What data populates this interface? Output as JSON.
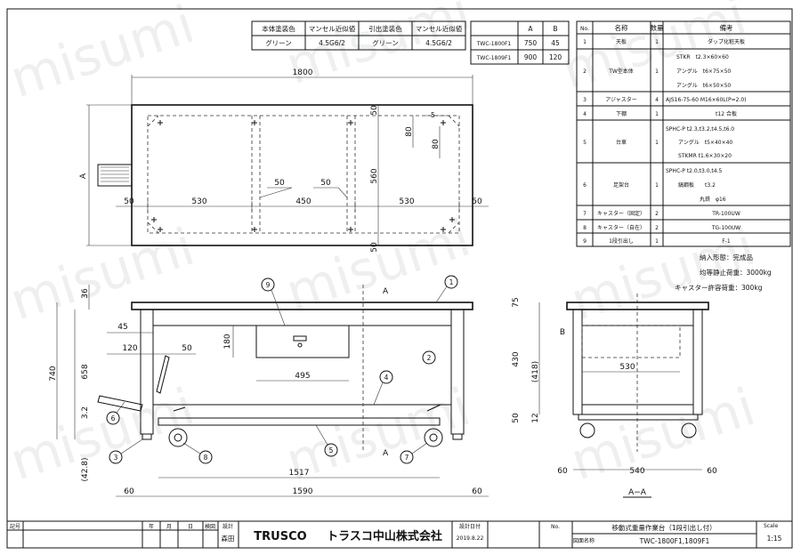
{
  "color_table": {
    "headers": [
      "本体塗装色",
      "マンセル近似値",
      "引出塗装色",
      "マンセル近似値"
    ],
    "row": [
      "グリーン",
      "4.5G6/2",
      "グリーン",
      "4.5G6/2"
    ]
  },
  "size_table": {
    "headers": [
      "",
      "A",
      "B"
    ],
    "rows": [
      [
        "TWC-1800F1",
        "750",
        "45"
      ],
      [
        "TWC-1809F1",
        "900",
        "120"
      ]
    ]
  },
  "parts_table": {
    "headers": [
      "No.",
      "名称",
      "数量",
      "備考"
    ],
    "rows": [
      {
        "no": "1",
        "name": "天板",
        "qty": "1",
        "notes": [
          "ダップ化粧天板"
        ]
      },
      {
        "no": "2",
        "name": "TW型本体",
        "qty": "1",
        "notes": [
          "STKR　t2.3×60×60",
          "アングル　t6×75×50",
          "アングル　t6×50×50"
        ]
      },
      {
        "no": "3",
        "name": "アジャスター",
        "qty": "4",
        "notes": [
          "AJS16-75-60 M16×60L(P=2.0)"
        ]
      },
      {
        "no": "4",
        "name": "下棚",
        "qty": "1",
        "notes": [
          "t12 合板"
        ]
      },
      {
        "no": "5",
        "name": "台車",
        "qty": "1",
        "notes": [
          "SPHC-P t2.3,t3.2,t4.5,t6.0",
          "アングル　t5×40×40",
          "STKMR t1.6×30×20"
        ]
      },
      {
        "no": "6",
        "name": "足架台",
        "qty": "1",
        "notes": [
          "SPHC-P t2.0,t3.0,t4.5",
          "縞鋼板　　t3.2",
          "丸鉄　φ16"
        ]
      },
      {
        "no": "7",
        "name": "キャスター（固定）",
        "qty": "2",
        "notes": [
          "TR-100UW"
        ]
      },
      {
        "no": "8",
        "name": "キャスター（自在）",
        "qty": "2",
        "notes": [
          "TG-100UW"
        ]
      },
      {
        "no": "9",
        "name": "1段引出し",
        "qty": "1",
        "notes": [
          "F-1"
        ]
      }
    ]
  },
  "notes": [
    "納入形態：完成品",
    "均等静止荷重：3000kg",
    "キャスター許容荷重：300kg"
  ],
  "top_view": {
    "overall_width": "1800",
    "side_label": "A",
    "width_segments": [
      "50",
      "530",
      "450",
      "530",
      "50"
    ],
    "depth_segments": [
      "50",
      "560",
      "50"
    ],
    "inner_marks": [
      "50",
      "50",
      "80",
      "5",
      "80"
    ]
  },
  "front_view": {
    "top_thickness": "36",
    "height": "740",
    "frame_height": "658",
    "bottom_gap": "3.2",
    "leg_gap": "(42.8)",
    "drawer_offset": "45",
    "drawer_height": "180",
    "drawer_width": "495",
    "pedal_120": "120",
    "pedal_50": "50",
    "inner_width": "1517",
    "outer_width": "1590",
    "side_60_left": "60",
    "side_60_right": "60",
    "section_label": "A",
    "balloons": [
      "1",
      "2",
      "4",
      "5",
      "6",
      "3",
      "8",
      "7",
      "9"
    ]
  },
  "side_view": {
    "dim_75": "75",
    "dim_B": "B",
    "dim_418": "(418)",
    "dim_430": "430",
    "dim_530": "530",
    "dim_12": "12",
    "dim_50": "50",
    "dim_60": "60",
    "dim_540": "540",
    "dim_60b": "60",
    "caption": "A−A"
  },
  "title_block": {
    "rev_label": "記号",
    "rev_cols": [
      "年",
      "月",
      "日"
    ],
    "check_label": "検図",
    "design_label": "設計",
    "designer": "森田",
    "brand": "TRUSCO",
    "company": "トラスコ中山株式会社",
    "date_label": "設計日付",
    "date": "2019.8.22",
    "no_label": "No.",
    "drawing_title": "移動式重量作業台（1段引出し付）",
    "model_label": "図面名称",
    "model": "TWC-1800F1,1809F1",
    "scale_label": "Scale",
    "scale": "1:15"
  },
  "watermark": "misumi"
}
